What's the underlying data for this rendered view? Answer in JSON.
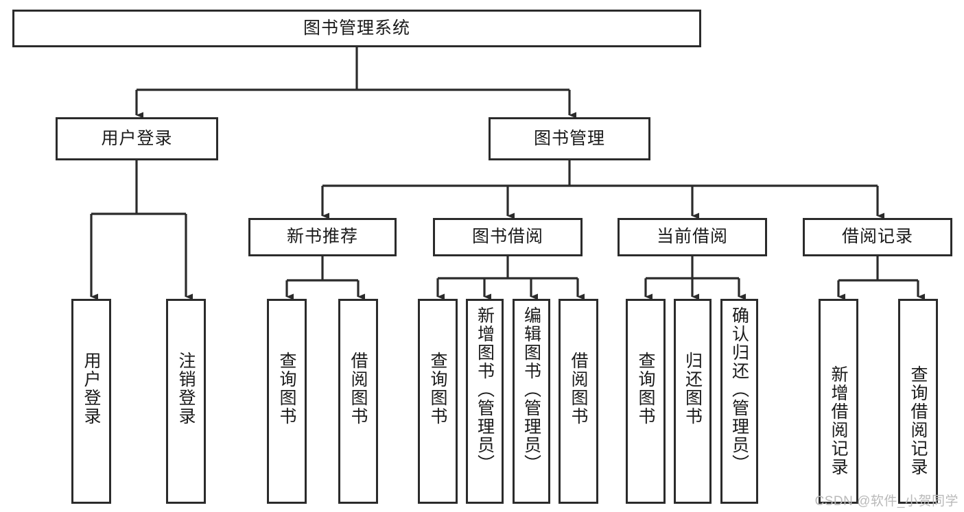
{
  "diagram": {
    "title": "图书管理系统",
    "type": "tree-hierarchy-diagram",
    "root": {
      "id": "root",
      "label": "图书管理系统"
    },
    "level1": [
      {
        "id": "user-login",
        "label": "用户登录"
      },
      {
        "id": "book-manage",
        "label": "图书管理"
      }
    ],
    "level2": [
      {
        "id": "new-book-recommend",
        "label": "新书推荐",
        "parent": "book-manage"
      },
      {
        "id": "book-borrow",
        "label": "图书借阅",
        "parent": "book-manage"
      },
      {
        "id": "current-borrow",
        "label": "当前借阅",
        "parent": "book-manage"
      },
      {
        "id": "borrow-record",
        "label": "借阅记录",
        "parent": "book-manage"
      }
    ],
    "leaves": {
      "user-login": [
        {
          "id": "leaf-user-login",
          "label": "用户登录"
        },
        {
          "id": "leaf-user-logout",
          "label": "注销登录"
        }
      ],
      "new-book-recommend": [
        {
          "id": "leaf-query-book-1",
          "label": "查询图书"
        },
        {
          "id": "leaf-borrow-book-1",
          "label": "借阅图书"
        }
      ],
      "book-borrow": [
        {
          "id": "leaf-query-book-2",
          "label": "查询图书"
        },
        {
          "id": "leaf-add-book",
          "label": "新增图书（管理员）"
        },
        {
          "id": "leaf-edit-book",
          "label": "编辑图书（管理员）"
        },
        {
          "id": "leaf-borrow-book-2",
          "label": "借阅图书"
        }
      ],
      "current-borrow": [
        {
          "id": "leaf-query-book-3",
          "label": "查询图书"
        },
        {
          "id": "leaf-return-book",
          "label": "归还图书"
        },
        {
          "id": "leaf-confirm-return",
          "label": "确认归还（管理员）"
        }
      ],
      "borrow-record": [
        {
          "id": "leaf-add-record",
          "label": "新增借阅记录"
        },
        {
          "id": "leaf-query-record",
          "label": "查询借阅记录"
        }
      ]
    }
  },
  "watermark": {
    "text": "CSDN @软件_小贺同学"
  },
  "colors": {
    "border": "#2b2b2b",
    "background": "#ffffff",
    "text": "#1a1a1a",
    "watermark": "#b9b9b9"
  }
}
